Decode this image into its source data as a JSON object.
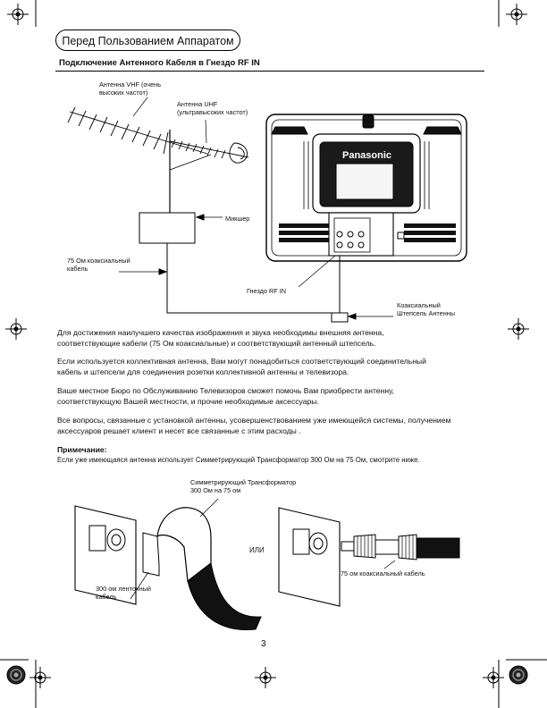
{
  "header": {
    "title": "Перед Пользованием Аппаратом",
    "subtitle": "Подключение Антенного Кабеля в Гнездо RF IN"
  },
  "diagram_top": {
    "vhf_label_1": "Антенна VHF (очень",
    "vhf_label_2": "высоких частот)",
    "uhf_label_1": "Антенна UHF",
    "uhf_label_2": "(ультравысоких частот)",
    "mixer_label": "Микшер",
    "coax_label_1": "75 Ом коаксиальный",
    "coax_label_2": "кабель",
    "rfin_label": "Гнездо RF IN",
    "plug_label_1": "Коаксиальный",
    "plug_label_2": "Штепсель  Антенны",
    "brand": "Panasonic"
  },
  "body": {
    "p1_l1": "Для достижения наилучшего качества изображения и звука необходимы внешняя антенна,",
    "p1_l2": "соответствующие кабели (75 Ом коаксиальные) и соответствующий антенный штепсель.",
    "p2_l1": "Если используется коллективная антенна, Вам могут понадобиться соответствующий соединительный",
    "p2_l2": "кабель и штепсели для соединения розетки коллективной антенны и телевизора.",
    "p3_l1": "Ваше местное Бюро по Обслуживанию Телевизоров сможет помочь Вам приобрести антенну,",
    "p3_l2": "соответствующую Вашей местности, и прочие необходимые аксессуары.",
    "p4_l1": "Все вопросы, связанные с установкой антенны, усовершенствованием уже имеющейся системы, получением",
    "p4_l2": "аксессуаров  решает  клиент и несет все связанные с этим расходы ."
  },
  "note": {
    "heading": "Примечание:",
    "text": "Если уже имеющаяся антенна использует Симметрирующий Трансформатор 300 Ом на 75 Ом, смотрите ниже."
  },
  "diagram_bottom": {
    "balun_label_1": "Симметрирующий Трансформатор",
    "balun_label_2": "300 Ом на 75 ом",
    "or_label": "ИЛИ",
    "ribbon_label_1": "300 ом ленточный",
    "ribbon_label_2": "кабель",
    "coax75_label": "75 ом коаксиальный кабель"
  },
  "page_number": "3"
}
